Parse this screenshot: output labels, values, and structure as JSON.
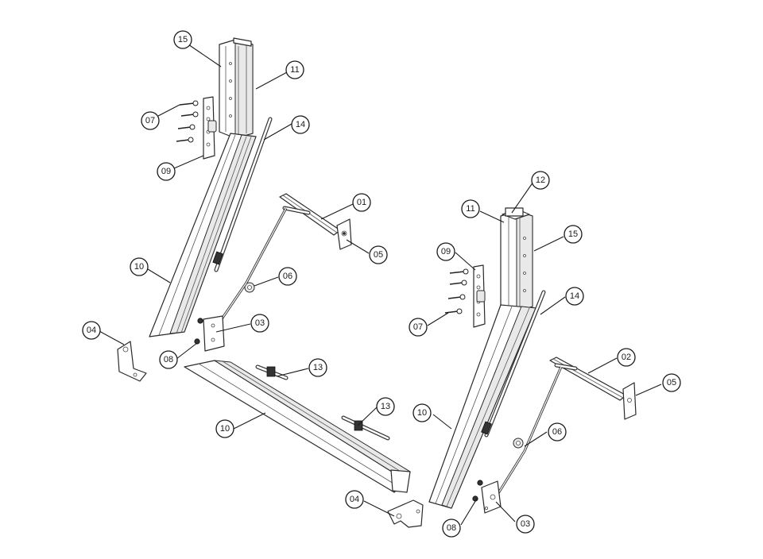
{
  "callouts": [
    {
      "label": "15"
    },
    {
      "label": "11"
    },
    {
      "label": "07"
    },
    {
      "label": "14"
    },
    {
      "label": "09"
    },
    {
      "label": "01"
    },
    {
      "label": "05"
    },
    {
      "label": "10"
    },
    {
      "label": "06"
    },
    {
      "label": "03"
    },
    {
      "label": "04"
    },
    {
      "label": "08"
    },
    {
      "label": "13"
    },
    {
      "label": "10"
    },
    {
      "label": "13"
    },
    {
      "label": "04"
    },
    {
      "label": "12"
    },
    {
      "label": "11"
    },
    {
      "label": "15"
    },
    {
      "label": "09"
    },
    {
      "label": "14"
    },
    {
      "label": "07"
    },
    {
      "label": "02"
    },
    {
      "label": "05"
    },
    {
      "label": "10"
    },
    {
      "label": "06"
    },
    {
      "label": "08"
    },
    {
      "label": "03"
    }
  ]
}
